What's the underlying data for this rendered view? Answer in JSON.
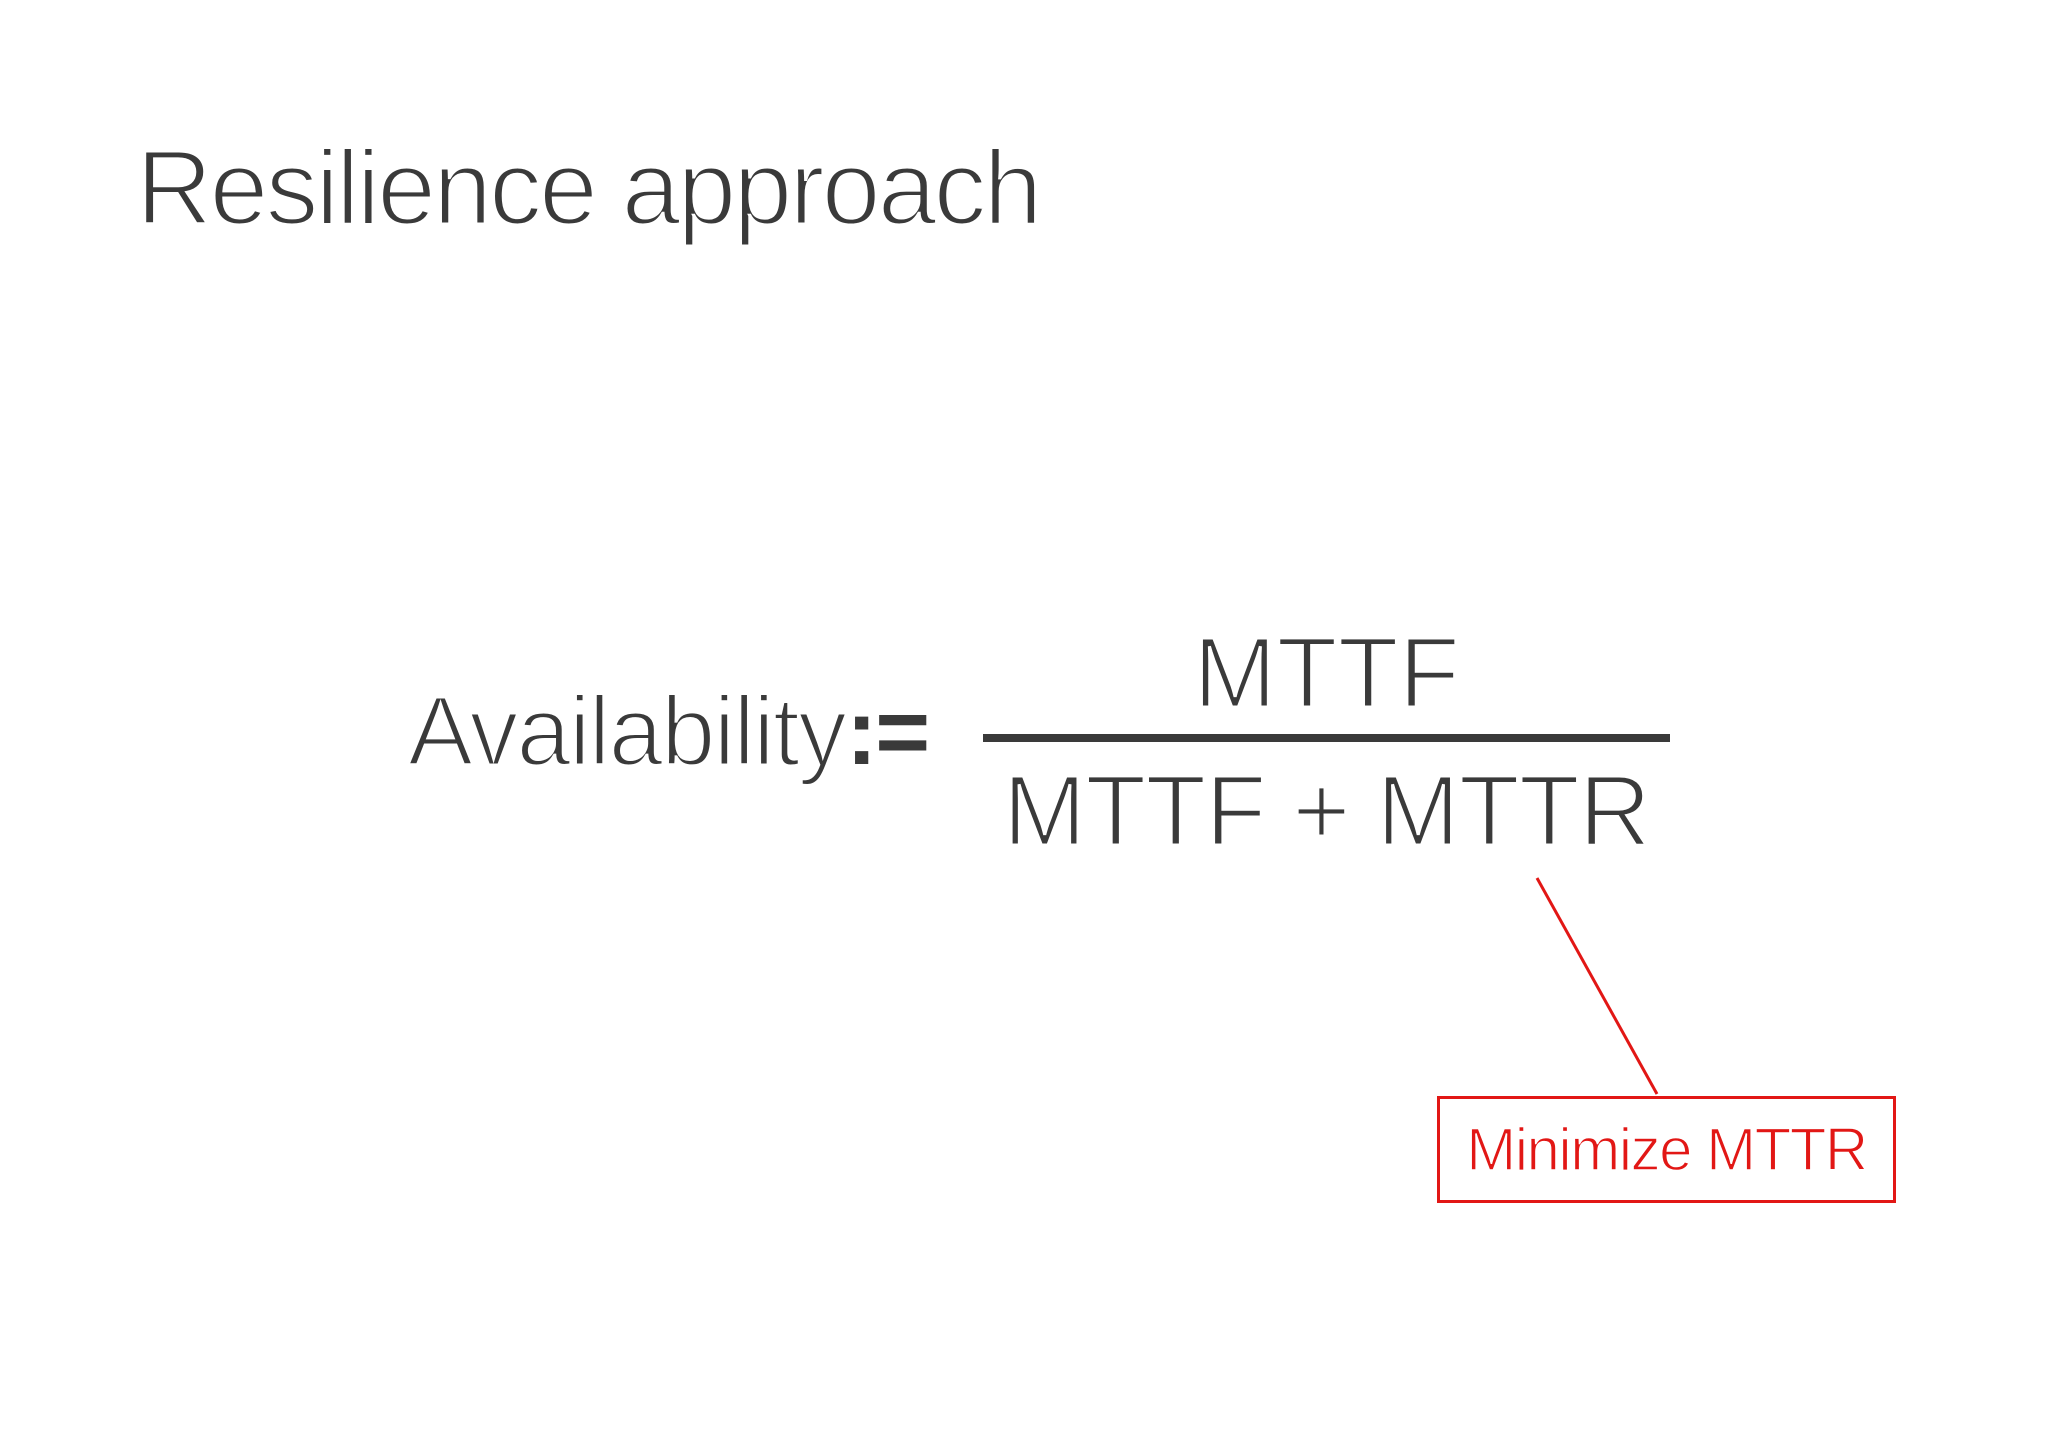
{
  "slide": {
    "title": "Resilience approach",
    "formula": {
      "lhs": "Availability",
      "operator": ":=",
      "numerator": "MTTF",
      "denominator": "MTTF + MTTR"
    },
    "callout": {
      "label": "Minimize MTTR"
    },
    "colors": {
      "text": "#3a3a3a",
      "accent_red": "#e21715",
      "background": "#ffffff"
    }
  }
}
